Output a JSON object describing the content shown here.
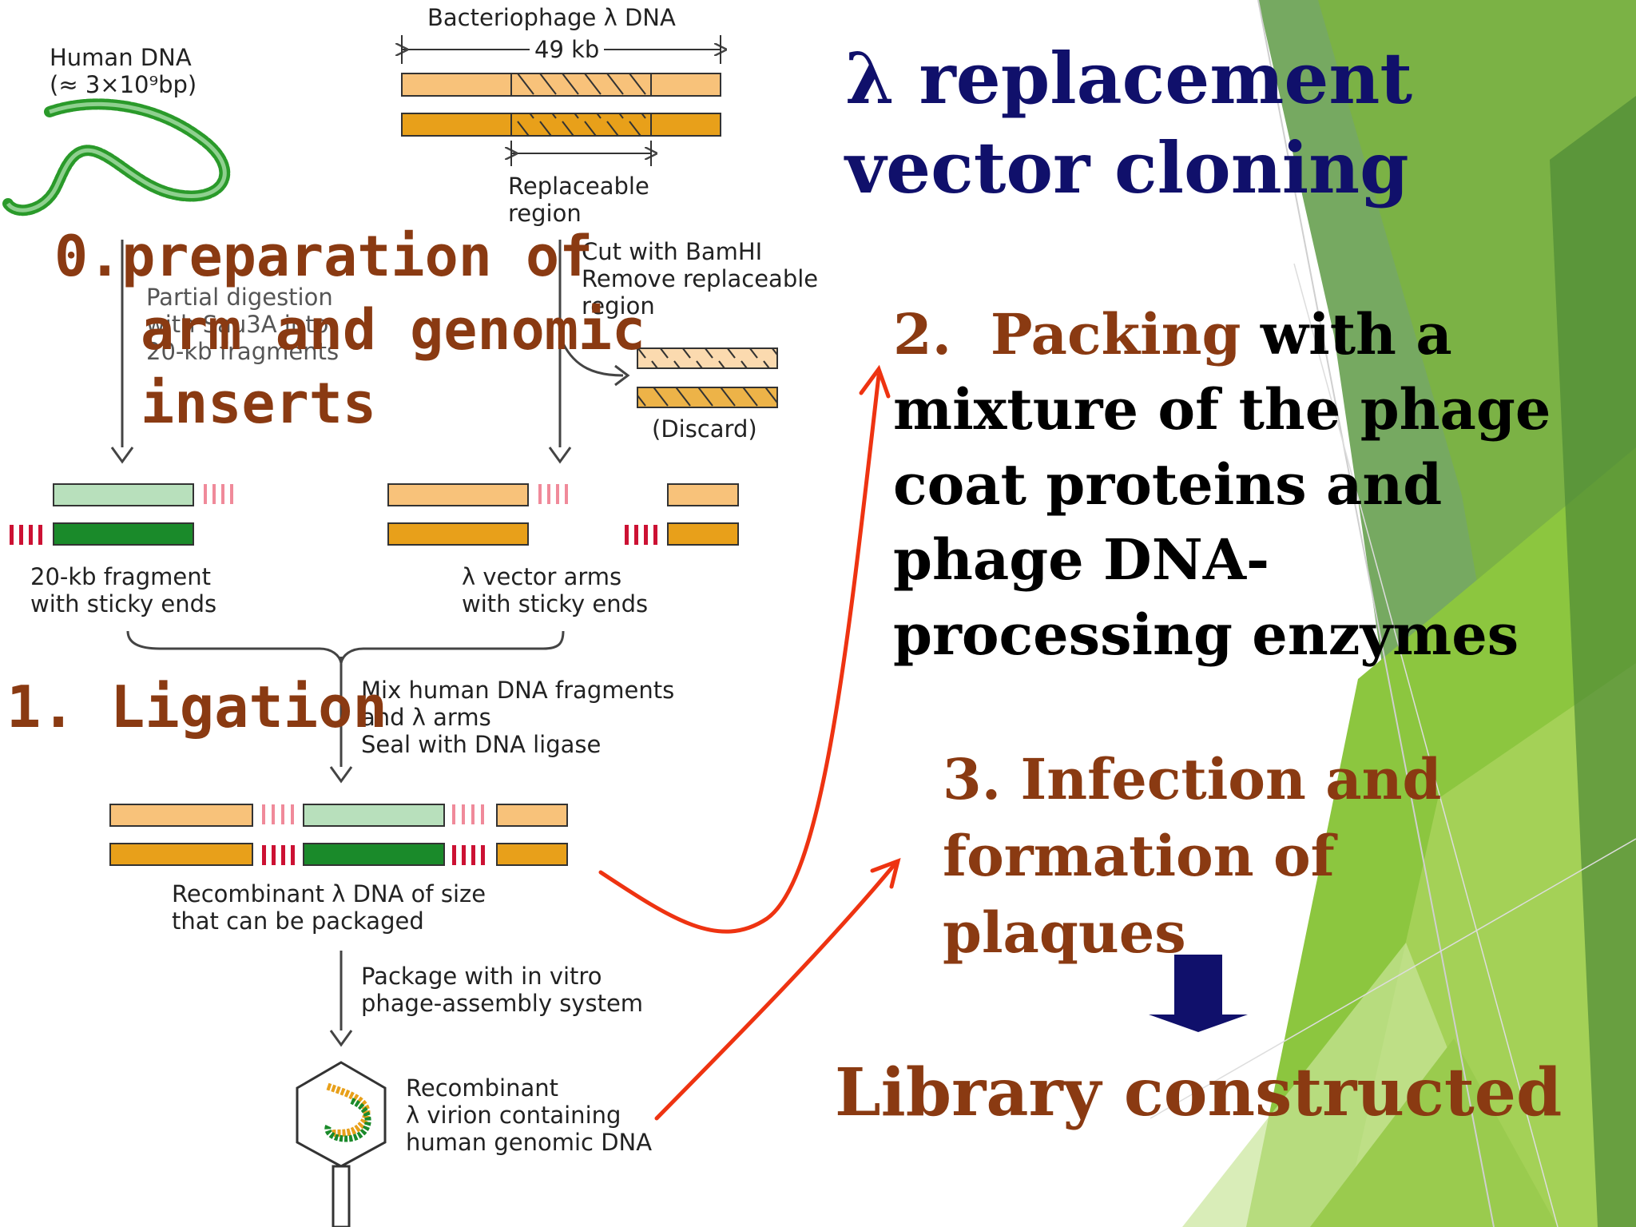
{
  "slide": {
    "title_lines": [
      "λ replacement",
      "vector cloning"
    ],
    "step0_lines": [
      "0.preparation of",
      "arm and genomic",
      "inserts"
    ],
    "step1": "1. Ligation",
    "step2_number": "2.",
    "step2_highlight": "Packing",
    "step2_rest_first": " with a",
    "step2_lines": [
      "mixture of the phage",
      "coat proteins and",
      "phage DNA-",
      "processing enzymes"
    ],
    "step3_lines": [
      "3.  Infection and",
      "formation of",
      "plaques"
    ],
    "result": "Library constructed"
  },
  "diagram": {
    "human_dna": [
      "Human DNA",
      "(≈ 3×10⁹bp)"
    ],
    "phage_dna": "Bacteriophage λ DNA",
    "size": "49 kb",
    "replaceable": [
      "Replaceable",
      "region"
    ],
    "cut": [
      "Cut with BamHI",
      "Remove replaceable",
      "region"
    ],
    "partial": [
      "Partial digestion",
      "with Sau3A into",
      "20-kb fragments"
    ],
    "discard": "(Discard)",
    "fragment": [
      "20-kb fragment",
      "with sticky ends"
    ],
    "vector_arms": [
      "λ vector arms",
      "with sticky ends"
    ],
    "mix": [
      "Mix human DNA fragments",
      "and λ arms",
      "Seal with DNA ligase"
    ],
    "recombinant": [
      "Recombinant λ DNA of size",
      "that can be packaged"
    ],
    "package": [
      "Package with in vitro",
      "phage-assembly system"
    ],
    "virion": [
      "Recombinant",
      "λ virion containing",
      "human genomic DNA"
    ]
  },
  "colors": {
    "title": "#10106b",
    "hand_brown": "#8a3a12",
    "arrow_red": "#ee3311",
    "light_orange": "#f8c27a",
    "orange": "#e8a01a",
    "light_green": "#b8e0bc",
    "dark_green": "#1a8a2a",
    "sticky": "#cc1133",
    "green_bg": "#8cc63f"
  }
}
